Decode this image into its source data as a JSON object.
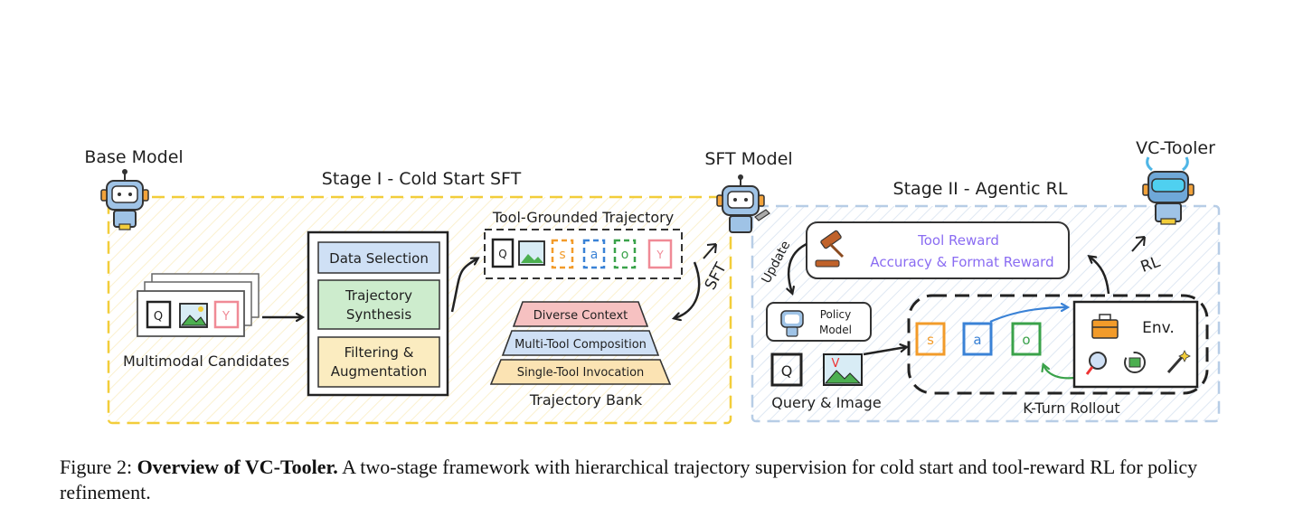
{
  "colors": {
    "stage1_border": "#f2cd3a",
    "stage2_border": "#b7cde6",
    "data_selection": "#cfe0f5",
    "trajectory_synthesis": "#cdeccd",
    "filtering": "#fbecc0",
    "pyramid_top": "#f6c1c1",
    "pyramid_mid": "#cfe0f5",
    "pyramid_bottom": "#fbe3b3",
    "reward_text": "#8a6cf2",
    "orange": "#f29b2a",
    "blue": "#3a82d6",
    "green": "#3aa24a",
    "pink": "#f08a96"
  },
  "labels": {
    "base_model": "Base Model",
    "sft_model": "SFT Model",
    "vc_tooler": "VC-Tooler",
    "stage1": "Stage I - Cold Start SFT",
    "stage2": "Stage II - Agentic RL",
    "multimodal_candidates": "Multimodal Candidates",
    "data_selection": "Data Selection",
    "trajectory_synthesis_1": "Trajectory",
    "trajectory_synthesis_2": "Synthesis",
    "filtering_1": "Filtering &",
    "filtering_2": "Augmentation",
    "tool_grounded_trajectory": "Tool-Grounded Trajectory",
    "diverse_context": "Diverse Context",
    "multi_tool": "Multi-Tool Composition",
    "single_tool": "Single-Tool Invocation",
    "trajectory_bank": "Trajectory Bank",
    "sft": "SFT",
    "rl": "RL",
    "update": "Update",
    "tool_reward": "Tool Reward",
    "accuracy_format_reward": "Accuracy & Format Reward",
    "policy_1": "Policy",
    "policy_2": "Model",
    "query_image": "Query & Image",
    "env": "Env.",
    "k_turn_rollout": "K-Turn Rollout",
    "q": "Q",
    "y": "Y",
    "v": "V",
    "s": "s",
    "a": "a",
    "o": "o"
  },
  "caption": {
    "prefix": "Figure 2: ",
    "bold": "Overview of VC-Tooler.",
    "rest": " A two-stage framework with hierarchical trajectory supervision for cold start and tool-reward RL for policy refinement."
  }
}
